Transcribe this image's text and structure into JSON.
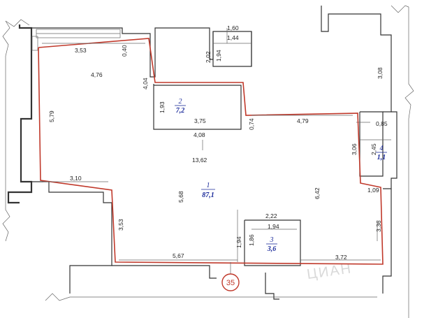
{
  "dimensions": [
    {
      "id": "d-353",
      "text": "3,53"
    },
    {
      "id": "d-040",
      "text": "0,40"
    },
    {
      "id": "d-476",
      "text": "4,76"
    },
    {
      "id": "d-579",
      "text": "5,79"
    },
    {
      "id": "d-404",
      "text": "4,04"
    },
    {
      "id": "d-160",
      "text": "1,60"
    },
    {
      "id": "d-144",
      "text": "1,44"
    },
    {
      "id": "d-202",
      "text": "2,02"
    },
    {
      "id": "d-194a",
      "text": "1,94"
    },
    {
      "id": "d-308",
      "text": "3,08"
    },
    {
      "id": "d-193",
      "text": "1,93"
    },
    {
      "id": "d-375",
      "text": "3,75"
    },
    {
      "id": "d-408",
      "text": "4,08"
    },
    {
      "id": "d-074",
      "text": "0,74"
    },
    {
      "id": "d-479",
      "text": "4,79"
    },
    {
      "id": "d-085",
      "text": "0,85"
    },
    {
      "id": "d-306",
      "text": "3,06"
    },
    {
      "id": "d-245",
      "text": "2,45"
    },
    {
      "id": "d-1362",
      "text": "13,62"
    },
    {
      "id": "d-310",
      "text": "3,10"
    },
    {
      "id": "d-568",
      "text": "5,68"
    },
    {
      "id": "d-642",
      "text": "6,42"
    },
    {
      "id": "d-109",
      "text": "1,09"
    },
    {
      "id": "d-222",
      "text": "2,22"
    },
    {
      "id": "d-194b",
      "text": "1,94"
    },
    {
      "id": "d-353b",
      "text": "3,53"
    },
    {
      "id": "d-336",
      "text": "3,36"
    },
    {
      "id": "d-194c",
      "text": "1,94"
    },
    {
      "id": "d-186",
      "text": "1,86"
    },
    {
      "id": "d-567",
      "text": "5,67"
    },
    {
      "id": "d-372",
      "text": "3,72"
    }
  ],
  "rooms": [
    {
      "number": "1",
      "area": "87,1"
    },
    {
      "number": "2",
      "area": "7,2"
    },
    {
      "number": "3",
      "area": "3,6"
    },
    {
      "number": "4",
      "area": "1,1"
    }
  ],
  "badge": "35",
  "watermark": "ЦИАН",
  "colors": {
    "outline": "#c0392b",
    "room_label": "#1a2a9a",
    "wall": "#333333"
  }
}
